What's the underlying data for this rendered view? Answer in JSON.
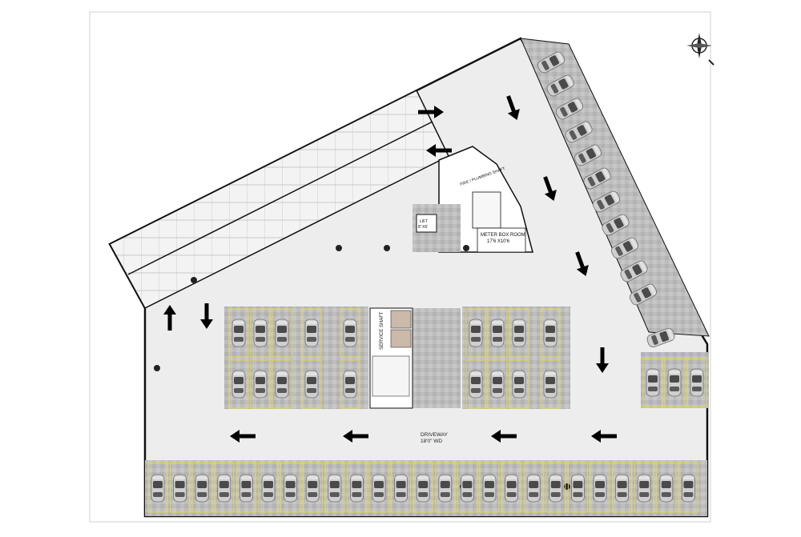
{
  "labels": {
    "lift": "LIFT",
    "lift_size": "8' X6'",
    "meter_room": "METER BOX ROOM",
    "meter_room_size": "17'6 X10'6",
    "fire_shaft": "FIRE / PLUMBING SHAFT",
    "service_shaft": "SERVICE SHAFT",
    "driveway": "DRIVEWAY",
    "driveway_width": "18'0\" WD"
  },
  "icons": {
    "compass": "compass-rose-icon",
    "arrow": "direction-arrow-icon",
    "car": "car-icon"
  },
  "colors": {
    "paving": "#bdbdbd",
    "floor": "#ededed",
    "slot_line": "#e3d84a",
    "car_body": "#cfcfcf",
    "wall": "#111111",
    "ramp": "#f2f2f2"
  }
}
